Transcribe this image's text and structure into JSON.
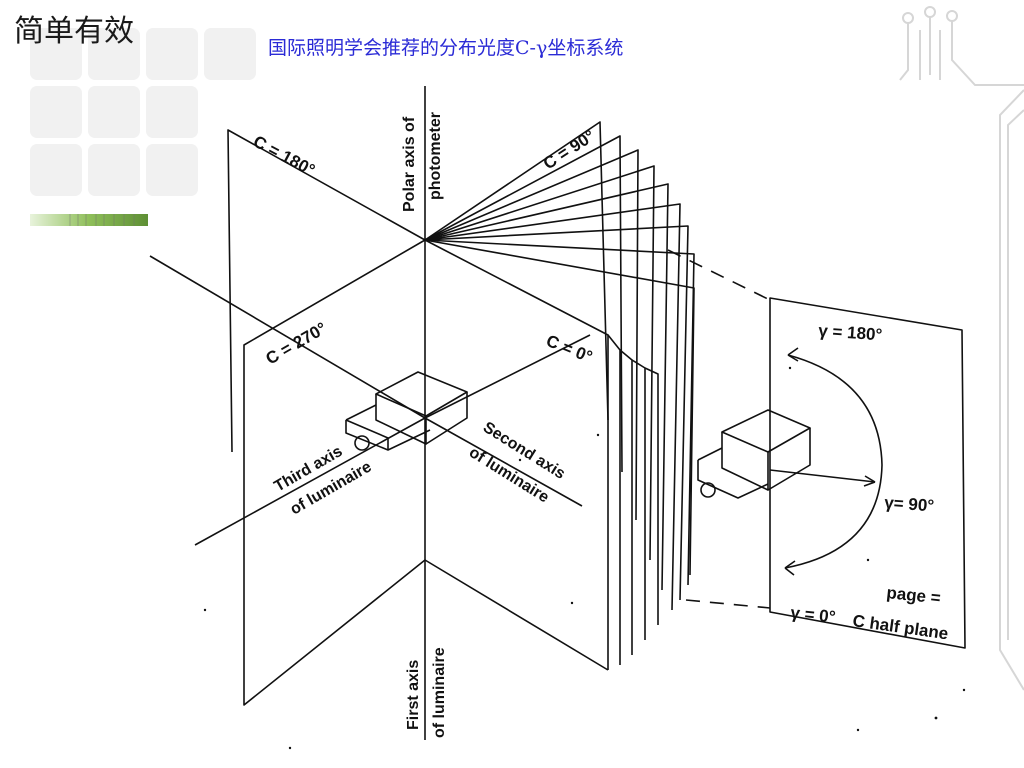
{
  "header": {
    "brand_text": "简单有效",
    "title": "国际照明学会推荐的分布光度C-γ坐标系统"
  },
  "diagram": {
    "labels": {
      "c180": "C = 180°",
      "c90": "C = 90°",
      "c270": "C = 270°",
      "c0": "C = 0°",
      "polar_axis_1": "Polar axis of",
      "polar_axis_2": "photometer",
      "second_axis_1": "Second axis",
      "second_axis_2": "of luminaire",
      "third_axis_1": "Third axis",
      "third_axis_2": "of luminaire",
      "first_axis_1": "First axis",
      "first_axis_2": "of luminaire",
      "gamma180": "γ = 180°",
      "gamma90": "γ= 90°",
      "gamma0": "γ = 0°",
      "page_1": "page =",
      "page_2": "C half plane"
    }
  },
  "colors": {
    "title_blue": "#2b2bd6",
    "tile_gray": "#f1f1f1",
    "deco_gray": "#d6d6d6",
    "bar_green": "#8fbf5a"
  }
}
